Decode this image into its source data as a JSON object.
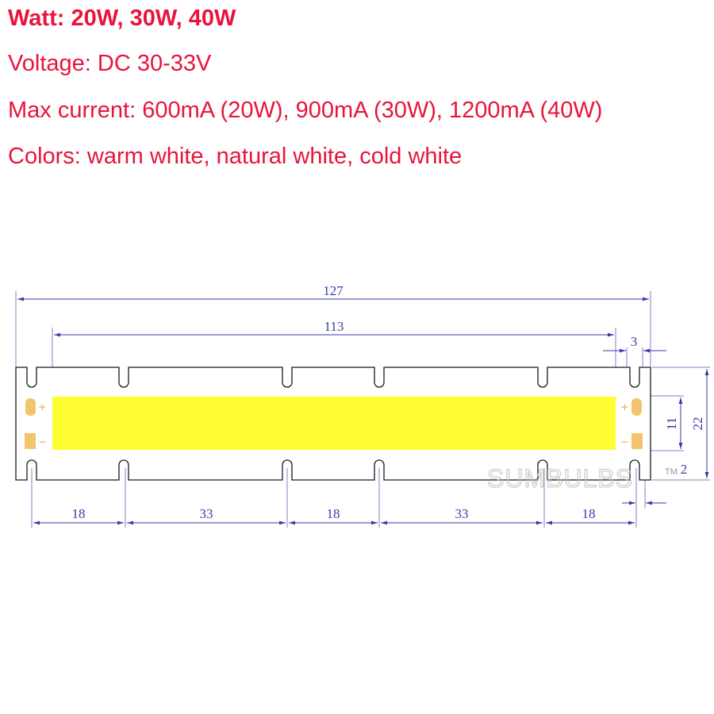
{
  "specs": [
    "Watt: 20W, 30W, 40W",
    "Voltage: DC 30-33V",
    "Max current: 600mA (20W), 900mA (30W), 1200mA (40W)",
    "Colors: warm white, natural white, cold white"
  ],
  "dimensions": {
    "total_length": "127",
    "led_length": "113",
    "pad_offset": "3",
    "board_width": "22",
    "led_width": "11",
    "slot_gap": "2",
    "segments": [
      "18",
      "33",
      "18",
      "33",
      "18"
    ]
  },
  "polarity": {
    "positive": "+",
    "negative": "−"
  },
  "watermark": {
    "text": "SUMBULBS",
    "trademark": "TM"
  },
  "colors": {
    "spec_text": "#e8143c",
    "led": "#fdfd32",
    "dimension": "#3a3aa8",
    "pad": "#f2c46e"
  }
}
